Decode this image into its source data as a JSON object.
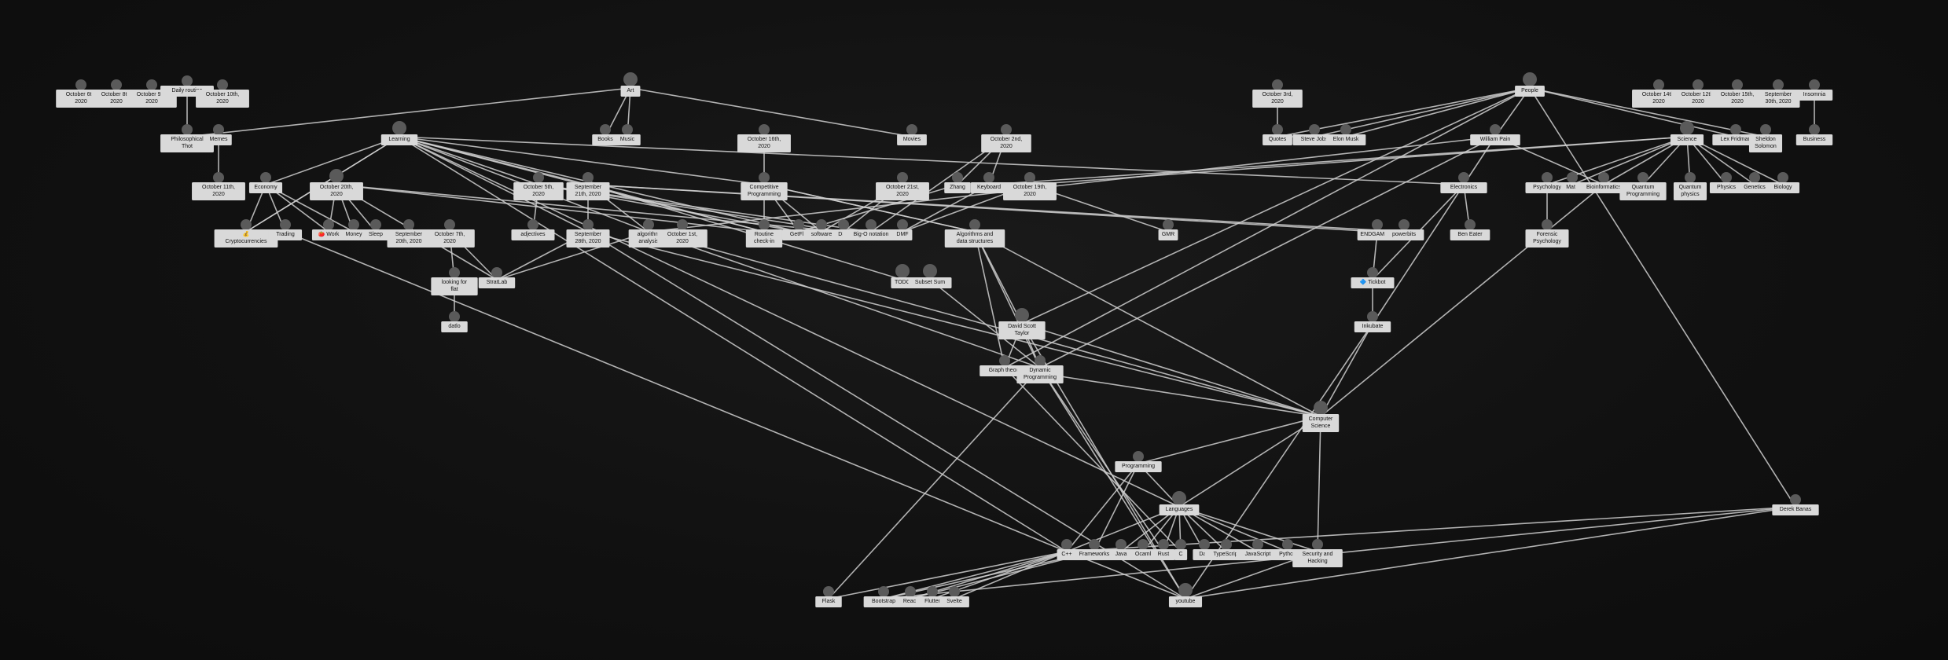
{
  "colors": {
    "background": "#0f0f0f",
    "edge": "#cfcfcf",
    "node": "#5a5a5a",
    "label_bg": "#d9d9d9",
    "label_text": "#111111"
  },
  "nodes": [
    {
      "id": "oct6",
      "label": "October 6th, 2020"
    },
    {
      "id": "oct8",
      "label": "October 8th, 2020"
    },
    {
      "id": "oct9",
      "label": "October 9th, 2020"
    },
    {
      "id": "daily",
      "label": "Daily routine"
    },
    {
      "id": "oct10",
      "label": "October 10th, 2020"
    },
    {
      "id": "art",
      "label": "Art"
    },
    {
      "id": "books",
      "label": "Books"
    },
    {
      "id": "music",
      "label": "Music"
    },
    {
      "id": "movies",
      "label": "Movies"
    },
    {
      "id": "philo",
      "label": "Philosophical Thot"
    },
    {
      "id": "memes",
      "label": "Memes"
    },
    {
      "id": "oct11",
      "label": "October 11th, 2020"
    },
    {
      "id": "learning",
      "label": "Learning"
    },
    {
      "id": "economy",
      "label": "Economy"
    },
    {
      "id": "crypto",
      "label": "💰 Cryptocurrencies"
    },
    {
      "id": "trading",
      "label": "Trading"
    },
    {
      "id": "oct20",
      "label": "October 20th, 2020"
    },
    {
      "id": "work",
      "label": "🍅 Work"
    },
    {
      "id": "money",
      "label": "Money"
    },
    {
      "id": "sleep",
      "label": "Sleep"
    },
    {
      "id": "sep20",
      "label": "September 20th, 2020"
    },
    {
      "id": "oct7",
      "label": "October 7th, 2020"
    },
    {
      "id": "lookingfor",
      "label": "looking for flat"
    },
    {
      "id": "datlo",
      "label": "datlo"
    },
    {
      "id": "stratlab",
      "label": "StratLab"
    },
    {
      "id": "oct5",
      "label": "October 5th, 2020"
    },
    {
      "id": "adjectives",
      "label": "adjectives"
    },
    {
      "id": "sep21",
      "label": "September 21th, 2020"
    },
    {
      "id": "sep28",
      "label": "September 28th, 2020"
    },
    {
      "id": "algo",
      "label": "algorithm analysis"
    },
    {
      "id": "oct1",
      "label": "October 1st, 2020"
    },
    {
      "id": "oct16",
      "label": "October 16th, 2020"
    },
    {
      "id": "competitive",
      "label": "Competitive Programming"
    },
    {
      "id": "routine",
      "label": "Routine check-in"
    },
    {
      "id": "getflix",
      "label": "GetFlix"
    },
    {
      "id": "software",
      "label": "software"
    },
    {
      "id": "dsa",
      "label": "DSa"
    },
    {
      "id": "bigo",
      "label": "Big-O notation"
    },
    {
      "id": "oct21",
      "label": "October 21st, 2020"
    },
    {
      "id": "oct2",
      "label": "October 2nd, 2020"
    },
    {
      "id": "zhang",
      "label": "Zhang"
    },
    {
      "id": "keyboard",
      "label": "Keyboard"
    },
    {
      "id": "oct19",
      "label": "October 19th, 2020"
    },
    {
      "id": "dmf",
      "label": "DMF"
    },
    {
      "id": "algods",
      "label": "Algorithms and data structures"
    },
    {
      "id": "todo",
      "label": "TODO"
    },
    {
      "id": "subsetsum",
      "label": "Subset Sum"
    },
    {
      "id": "djt",
      "label": "David Scott Taylor"
    },
    {
      "id": "graph",
      "label": "Graph theory"
    },
    {
      "id": "dp",
      "label": "Dynamic Programming"
    },
    {
      "id": "gmr",
      "label": "GMR"
    },
    {
      "id": "oct3",
      "label": "October 3rd, 2020"
    },
    {
      "id": "quotes",
      "label": "Quotes"
    },
    {
      "id": "jobs",
      "label": "Steve Jobs"
    },
    {
      "id": "musk",
      "label": "Elon Musk"
    },
    {
      "id": "people",
      "label": "People"
    },
    {
      "id": "wpain",
      "label": "William Pain"
    },
    {
      "id": "electronics",
      "label": "Electronics"
    },
    {
      "id": "endgame",
      "label": "ENDGAME40"
    },
    {
      "id": "powerbits",
      "label": "powerbits"
    },
    {
      "id": "beneater",
      "label": "Ben Eater"
    },
    {
      "id": "tickbot",
      "label": "🔷 Tickbot"
    },
    {
      "id": "inkubate",
      "label": "Inkubate"
    },
    {
      "id": "oct14",
      "label": "October 14th, 2020"
    },
    {
      "id": "oct12",
      "label": "October 12th, 2020"
    },
    {
      "id": "oct15",
      "label": "October 15th, 2020"
    },
    {
      "id": "sep30",
      "label": "September 30th, 2020"
    },
    {
      "id": "insomnia",
      "label": "Insomnia"
    },
    {
      "id": "science",
      "label": "Science"
    },
    {
      "id": "fridman",
      "label": "Lex Fridman"
    },
    {
      "id": "sheldon",
      "label": "Sheldon Solomon"
    },
    {
      "id": "business",
      "label": "Business"
    },
    {
      "id": "psychology",
      "label": "Psychology"
    },
    {
      "id": "math",
      "label": "Math"
    },
    {
      "id": "bioinfo",
      "label": "Bioinformatics"
    },
    {
      "id": "quantumprog",
      "label": "Quantum Programming"
    },
    {
      "id": "quantumphys",
      "label": "Quantum physics"
    },
    {
      "id": "physics",
      "label": "Physics"
    },
    {
      "id": "genetics",
      "label": "Genetics"
    },
    {
      "id": "biology",
      "label": "Biology"
    },
    {
      "id": "forensic",
      "label": "Forensic Psychology"
    },
    {
      "id": "cs",
      "label": "Computer Science"
    },
    {
      "id": "programming",
      "label": "Programming"
    },
    {
      "id": "languages",
      "label": "Languages"
    },
    {
      "id": "cpp",
      "label": "C++"
    },
    {
      "id": "frameworks",
      "label": "Frameworks"
    },
    {
      "id": "java",
      "label": "Java"
    },
    {
      "id": "ocaml",
      "label": "Ocaml"
    },
    {
      "id": "rust",
      "label": "Rust"
    },
    {
      "id": "c",
      "label": "C"
    },
    {
      "id": "dart",
      "label": "Dart"
    },
    {
      "id": "typescript",
      "label": "TypeScript"
    },
    {
      "id": "javascript",
      "label": "JavaScript"
    },
    {
      "id": "python",
      "label": "Python"
    },
    {
      "id": "security",
      "label": "Security and Hacking"
    },
    {
      "id": "flask",
      "label": "Flask"
    },
    {
      "id": "bootstrap",
      "label": "Bootstrap"
    },
    {
      "id": "react",
      "label": "React"
    },
    {
      "id": "flutter",
      "label": "Flutter"
    },
    {
      "id": "svelte",
      "label": "Svelte"
    },
    {
      "id": "youtube",
      "label": "youtube"
    },
    {
      "id": "derekbanas",
      "label": "Derek Banas"
    }
  ],
  "edges": [
    [
      "art",
      "philo"
    ],
    [
      "art",
      "books"
    ],
    [
      "art",
      "music"
    ],
    [
      "art",
      "movies"
    ],
    [
      "daily",
      "philo"
    ],
    [
      "memes",
      "oct11"
    ],
    [
      "learning",
      "economy"
    ],
    [
      "learning",
      "crypto"
    ],
    [
      "learning",
      "oct5"
    ],
    [
      "learning",
      "sep21"
    ],
    [
      "learning",
      "sep28"
    ],
    [
      "learning",
      "algo"
    ],
    [
      "learning",
      "competitive"
    ],
    [
      "learning",
      "routine"
    ],
    [
      "learning",
      "cpp"
    ],
    [
      "learning",
      "languages"
    ],
    [
      "learning",
      "electronics"
    ],
    [
      "learning",
      "getflix"
    ],
    [
      "economy",
      "crypto"
    ],
    [
      "economy",
      "trading"
    ],
    [
      "economy",
      "work"
    ],
    [
      "economy",
      "money"
    ],
    [
      "oct20",
      "work"
    ],
    [
      "oct20",
      "money"
    ],
    [
      "oct20",
      "sleep"
    ],
    [
      "oct20",
      "routine"
    ],
    [
      "oct20",
      "stratlab"
    ],
    [
      "oct20",
      "dsa"
    ],
    [
      "oct7",
      "lookingfor"
    ],
    [
      "oct7",
      "stratlab"
    ],
    [
      "lookingfor",
      "datlo"
    ],
    [
      "oct5",
      "adjectives"
    ],
    [
      "oct5",
      "getflix"
    ],
    [
      "oct5",
      "dsa"
    ],
    [
      "oct5",
      "bigo"
    ],
    [
      "sep21",
      "sep28"
    ],
    [
      "sep21",
      "algo"
    ],
    [
      "sep21",
      "routine"
    ],
    [
      "sep21",
      "todo"
    ],
    [
      "sep21",
      "endgame"
    ],
    [
      "sep21",
      "powerbits"
    ],
    [
      "sep28",
      "stratlab"
    ],
    [
      "sep28",
      "cs"
    ],
    [
      "sep28",
      "youtube"
    ],
    [
      "algo",
      "stratlab"
    ],
    [
      "algo",
      "dp"
    ],
    [
      "algo",
      "cs"
    ],
    [
      "oct16",
      "competitive"
    ],
    [
      "competitive",
      "routine"
    ],
    [
      "competitive",
      "getflix"
    ],
    [
      "competitive",
      "software"
    ],
    [
      "competitive",
      "algods"
    ],
    [
      "oct21",
      "dsa"
    ],
    [
      "oct21",
      "software"
    ],
    [
      "oct2",
      "zhang"
    ],
    [
      "oct2",
      "keyboard"
    ],
    [
      "oct2",
      "bigo"
    ],
    [
      "zhang",
      "getflix"
    ],
    [
      "keyboard",
      "dmf"
    ],
    [
      "oct19",
      "gmr"
    ],
    [
      "oct19",
      "dmf"
    ],
    [
      "algods",
      "djt"
    ],
    [
      "algods",
      "dp"
    ],
    [
      "algods",
      "graph"
    ],
    [
      "algods",
      "cs"
    ],
    [
      "subsetsum",
      "dp"
    ],
    [
      "subsetsum",
      "todo"
    ],
    [
      "djt",
      "graph"
    ],
    [
      "djt",
      "dp"
    ],
    [
      "djt",
      "cs"
    ],
    [
      "djt",
      "youtube"
    ],
    [
      "graph",
      "cs"
    ],
    [
      "graph",
      "c"
    ],
    [
      "dp",
      "rust"
    ],
    [
      "dp",
      "youtube"
    ],
    [
      "dp",
      "flask"
    ],
    [
      "people",
      "quotes"
    ],
    [
      "people",
      "jobs"
    ],
    [
      "people",
      "musk"
    ],
    [
      "people",
      "wpain"
    ],
    [
      "people",
      "djt"
    ],
    [
      "people",
      "derekbanas"
    ],
    [
      "people",
      "fridman"
    ],
    [
      "people",
      "sheldon"
    ],
    [
      "people",
      "graph"
    ],
    [
      "oct3",
      "quotes"
    ],
    [
      "quotes",
      "jobs"
    ],
    [
      "wpain",
      "electronics"
    ],
    [
      "wpain",
      "algo"
    ],
    [
      "wpain",
      "dp"
    ],
    [
      "wpain",
      "bioinfo"
    ],
    [
      "electronics",
      "beneater"
    ],
    [
      "electronics",
      "inkubate"
    ],
    [
      "electronics",
      "tickbot"
    ],
    [
      "endgame",
      "tickbot"
    ],
    [
      "tickbot",
      "inkubate"
    ],
    [
      "inkubate",
      "cs"
    ],
    [
      "inkubate",
      "youtube"
    ],
    [
      "insomnia",
      "business"
    ],
    [
      "science",
      "psychology"
    ],
    [
      "science",
      "math"
    ],
    [
      "science",
      "bioinfo"
    ],
    [
      "science",
      "quantumprog"
    ],
    [
      "science",
      "quantumphys"
    ],
    [
      "science",
      "physics"
    ],
    [
      "science",
      "genetics"
    ],
    [
      "science",
      "biology"
    ],
    [
      "science",
      "keyboard"
    ],
    [
      "science",
      "oct19"
    ],
    [
      "psychology",
      "forensic"
    ],
    [
      "bioinfo",
      "cs"
    ],
    [
      "cs",
      "programming"
    ],
    [
      "cs",
      "languages"
    ],
    [
      "cs",
      "security"
    ],
    [
      "programming",
      "languages"
    ],
    [
      "programming",
      "frameworks"
    ],
    [
      "programming",
      "cpp"
    ],
    [
      "languages",
      "cpp"
    ],
    [
      "languages",
      "java"
    ],
    [
      "languages",
      "ocaml"
    ],
    [
      "languages",
      "rust"
    ],
    [
      "languages",
      "c"
    ],
    [
      "languages",
      "dart"
    ],
    [
      "languages",
      "typescript"
    ],
    [
      "languages",
      "javascript"
    ],
    [
      "languages",
      "python"
    ],
    [
      "languages",
      "security"
    ],
    [
      "cpp",
      "bootstrap"
    ],
    [
      "cpp",
      "react"
    ],
    [
      "cpp",
      "flutter"
    ],
    [
      "cpp",
      "svelte"
    ],
    [
      "cpp",
      "youtube"
    ],
    [
      "cpp",
      "flask"
    ],
    [
      "frameworks",
      "bootstrap"
    ],
    [
      "frameworks",
      "react"
    ],
    [
      "security",
      "youtube"
    ],
    [
      "derekbanas",
      "youtube"
    ],
    [
      "derekbanas",
      "cpp"
    ],
    [
      "derekbanas",
      "bootstrap"
    ],
    [
      "trading",
      "cpp"
    ],
    [
      "crypto",
      "learning"
    ],
    [
      "competitive",
      "algods"
    ]
  ]
}
